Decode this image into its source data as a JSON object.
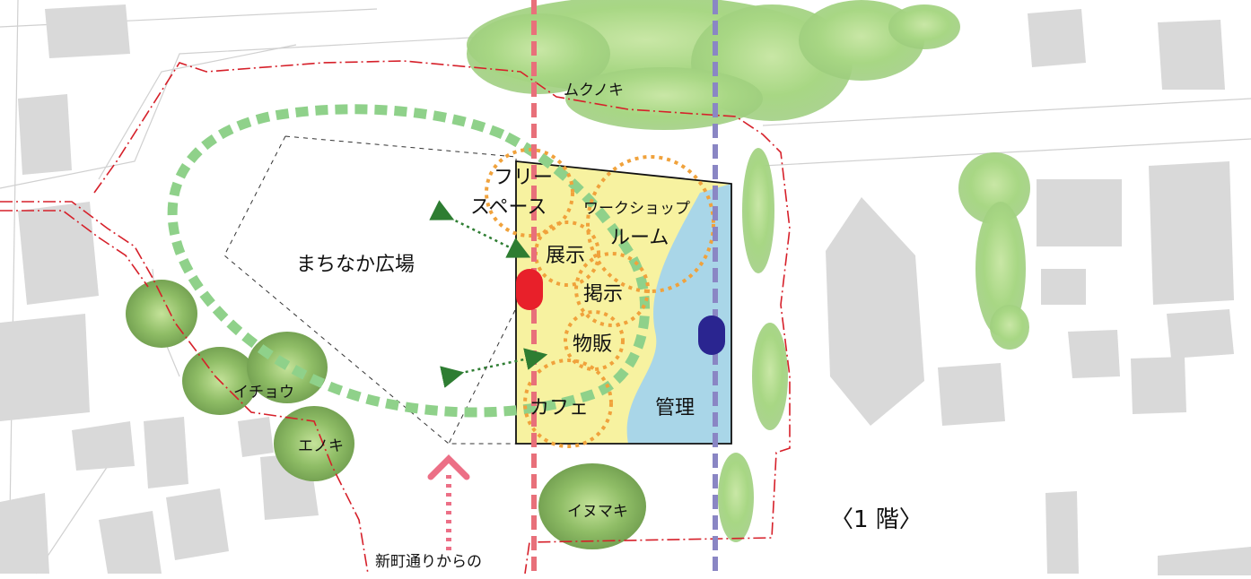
{
  "labels": {
    "plaza": "まちなか広場",
    "mukunoki": "ムクノキ",
    "icho": "イチョウ",
    "enoki": "エノキ",
    "inumaki": "イヌマキ",
    "free_space_1": "フリー",
    "free_space_2": "スペース",
    "workshop_1": "ワークショップ",
    "workshop_2": "ルーム",
    "exhibition": "展示",
    "notice": "掲示",
    "shop": "物販",
    "cafe": "カフェ",
    "management": "管理",
    "floor": "〈1 階〉",
    "approach": "新町通りからの"
  },
  "colors": {
    "green_loop": "#8fd18a",
    "red_axis": "#e8707a",
    "blue_axis": "#8a86c4",
    "orange_zone": "#f0a23c",
    "yellow_area": "#f7f2a0",
    "blue_area": "#a9d6e8",
    "red_entrance": "#e8202a",
    "blue_entrance": "#2a2590",
    "pink_arrow": "#ec6f86",
    "dark_green_arrow": "#2e7d32",
    "building_gray": "#d9d9d9",
    "boundary_red": "#d6202a"
  }
}
